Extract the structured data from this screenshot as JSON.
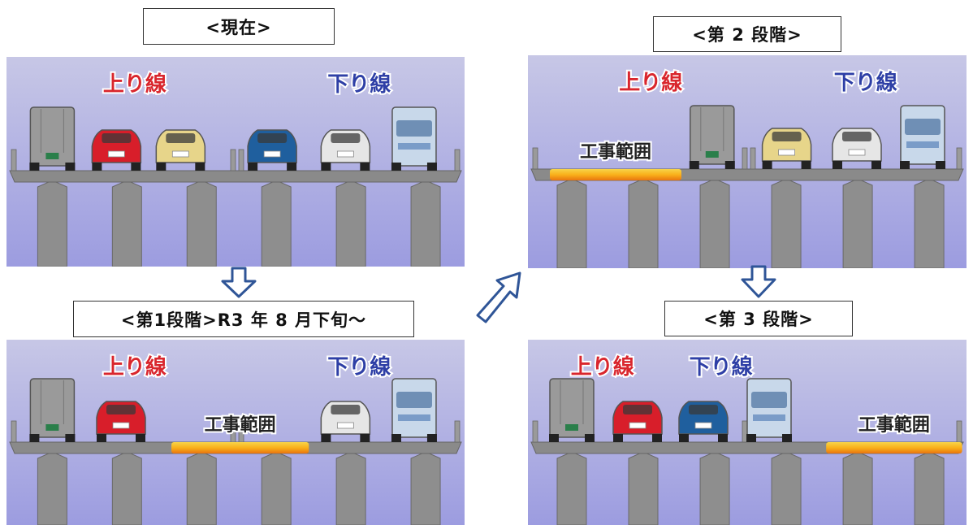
{
  "stages": [
    {
      "label": "<現在>",
      "up_line": "上り線",
      "down_line": "下り線",
      "construction_label": "",
      "construction_span": null,
      "vehicles_left": [
        "truck",
        "red-car",
        "yellow-car"
      ],
      "vehicles_right": [
        "blue-car",
        "white-car",
        "blue-truck"
      ]
    },
    {
      "label": "<第1段階>R3 年 8 月下旬～",
      "up_line": "上り線",
      "down_line": "下り線",
      "construction_label": "工事範囲",
      "construction_span": "middle",
      "vehicles_left": [
        "truck",
        "red-car"
      ],
      "vehicles_right": [
        "white-car",
        "blue-truck"
      ]
    },
    {
      "label": "<第 2 段階>",
      "up_line": "上り線",
      "down_line": "下り線",
      "construction_label": "工事範囲",
      "construction_span": "left",
      "vehicles_left": [
        "truck",
        "yellow-car"
      ],
      "vehicles_right": [
        "white-car",
        "blue-truck"
      ]
    },
    {
      "label": "<第 3 段階>",
      "up_line": "上り線",
      "down_line": "下り線",
      "construction_label": "工事範囲",
      "construction_span": "right",
      "vehicles_left": [
        "truck",
        "red-car",
        "blue-car",
        "blue-truck"
      ],
      "vehicles_right": []
    }
  ],
  "colors": {
    "sky_top": "#c7c7e6",
    "sky_bottom": "#9c9ce0",
    "up_line_text": "#d9262d",
    "down_line_text": "#2e3fa6",
    "construction": "#f7b21a",
    "deck": "#8a8a8a",
    "arrow": "#2f5597"
  },
  "icons": [
    "arrow-down-icon",
    "arrow-up-right-icon",
    "arrow-down-icon"
  ]
}
